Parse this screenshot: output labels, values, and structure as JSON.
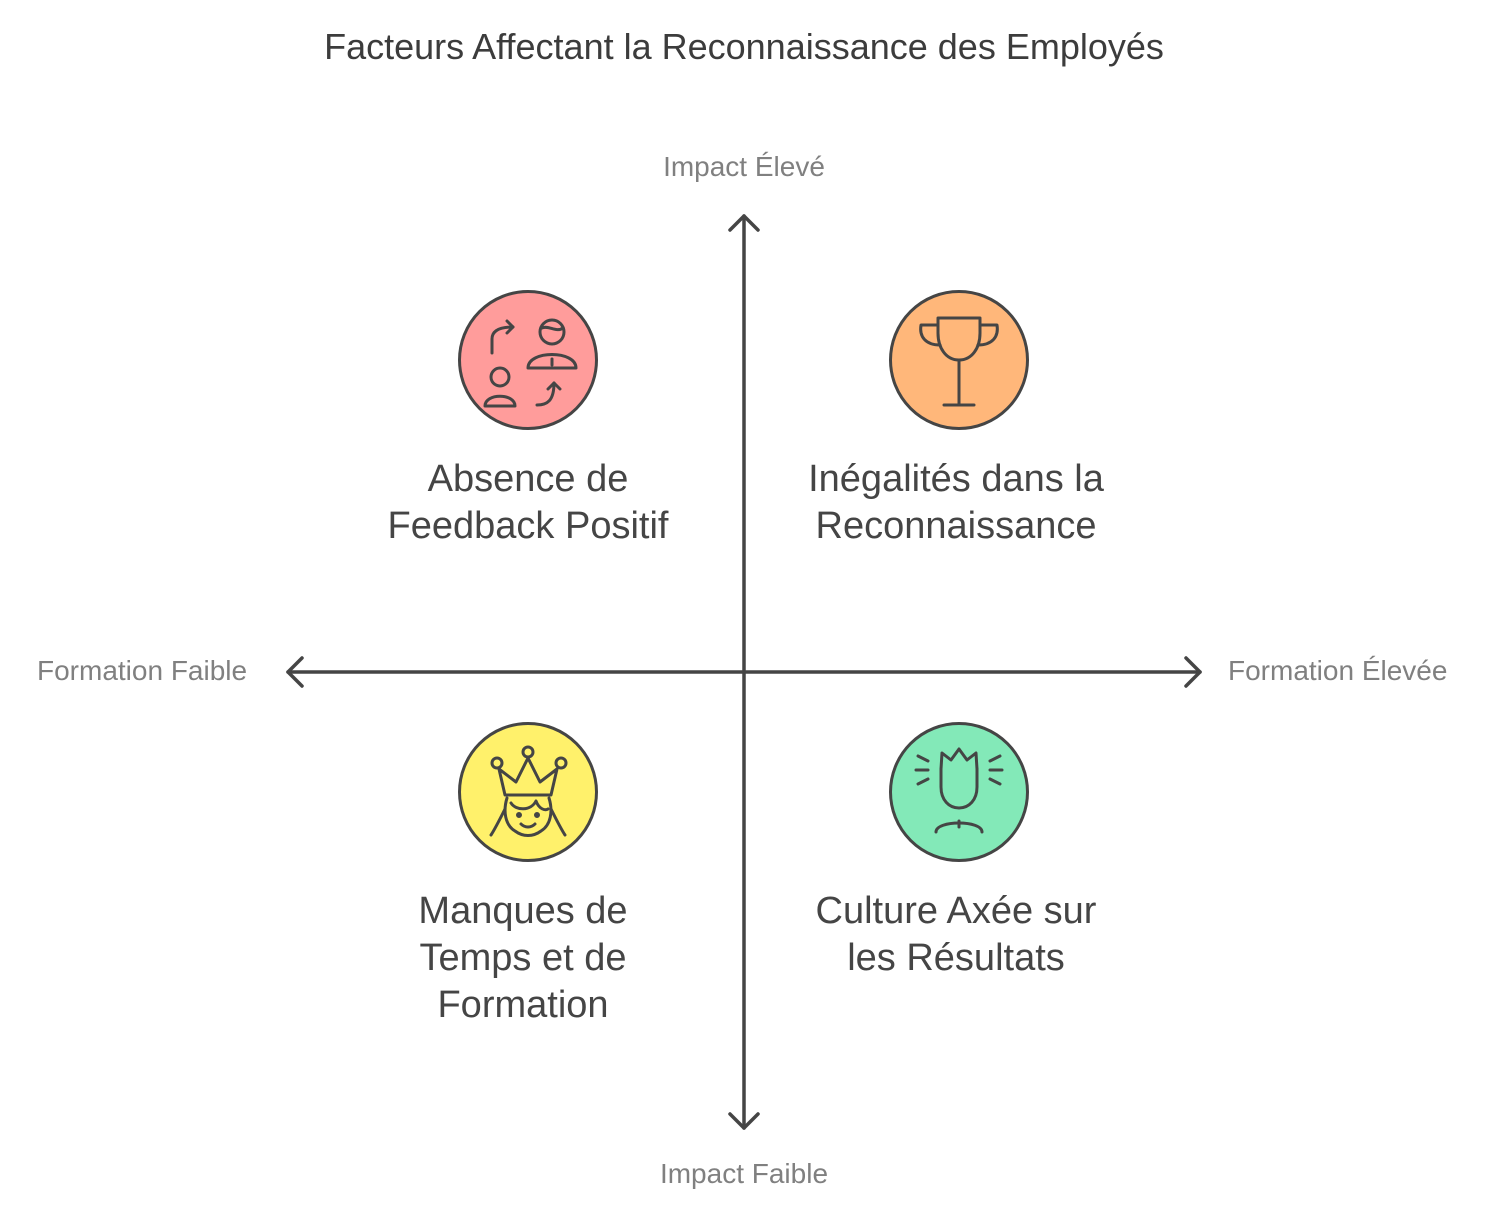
{
  "title": "Facteurs Affectant la Reconnaissance des Employés",
  "axes": {
    "top": "Impact Élevé",
    "bottom": "Impact Faible",
    "left": "Formation Faible",
    "right": "Formation Élevée"
  },
  "quadrants": {
    "top_left": {
      "lines": [
        "Absence de",
        "Feedback Positif"
      ],
      "icon": "feedback-exchange-icon",
      "color": "#FF9C9B"
    },
    "top_right": {
      "lines": [
        "Inégalités dans la",
        "Reconnaissance"
      ],
      "icon": "trophy-icon",
      "color": "#FFB77A"
    },
    "bottom_left": {
      "lines": [
        "Manques de",
        "Temps et de",
        "Formation"
      ],
      "icon": "crowned-person-icon",
      "color": "#FFF16B"
    },
    "bottom_right": {
      "lines": [
        "Culture Axée sur",
        "les Résultats"
      ],
      "icon": "king-person-icon",
      "color": "#83E9B8"
    }
  }
}
